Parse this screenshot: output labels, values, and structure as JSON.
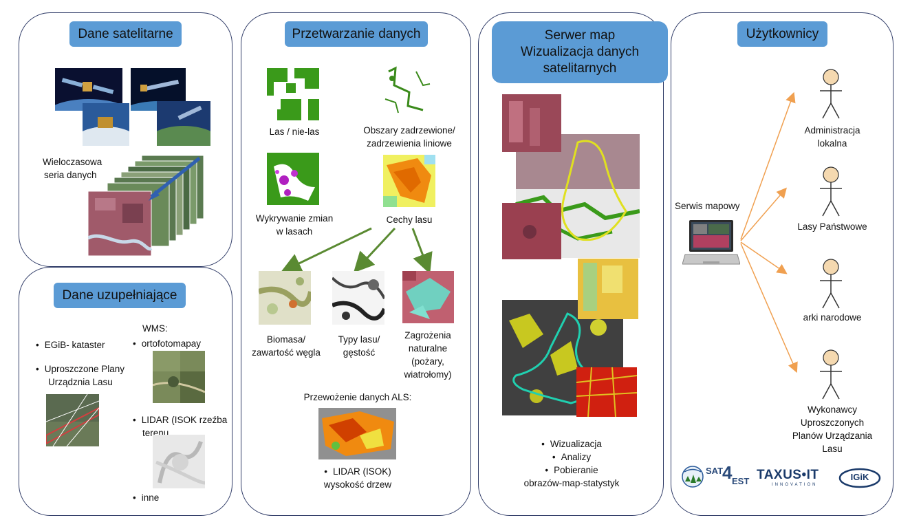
{
  "colors": {
    "header_bg": "#5b9bd5",
    "panel_border": "#2e3a66",
    "arrow_green": "#5a8a32",
    "arrow_orange": "#f0a050",
    "actor_fill": "#f5d9b0"
  },
  "satellite": {
    "title": "Dane satelitarne",
    "multitemporal_label_1": "Wieloczasowa",
    "multitemporal_label_2": "seria danych"
  },
  "supplementary": {
    "title": "Dane uzupełniające",
    "egib": "EGiB- kataster",
    "upl_1": "Uproszczone Plany",
    "upl_2": "Urządznia Lasu",
    "wms": "WMS:",
    "ortho": "ortofotomapay",
    "lidar_1": "LIDAR (ISOK rzeźba",
    "lidar_2": "terenu",
    "other": "inne"
  },
  "processing": {
    "title": "Przetwarzanie  danych",
    "forest": "Las / nie-las",
    "wooded_1": "Obszary zadrzewione/",
    "wooded_2": "zadrzewienia liniowe",
    "change_1": "Wykrywanie zmian",
    "change_2": "w lasach",
    "traits": "Cechy lasu",
    "biomass_1": "Biomasa/",
    "biomass_2": "zawartość węgla",
    "types_1": "Typy lasu/",
    "types_2": "gęstość",
    "threat_1": "Zagrożenia",
    "threat_2": "naturalne",
    "threat_3": "(pożary,",
    "threat_4": "wiatrołomy)",
    "als": "Przewożenie danych ALS:",
    "lidar_1": "LIDAR (ISOK)",
    "lidar_2": "wysokość drzew"
  },
  "server": {
    "title_1": "Serwer map",
    "title_2": "Wizualizacja danych",
    "title_3": "satelitarnych",
    "b1": "Wizualizacja",
    "b2": "Analizy",
    "b3": "Pobieranie",
    "b4": "obrazów-map-statystyk"
  },
  "users": {
    "title": "Użytkownicy",
    "service": "Serwis mapowy",
    "u1_1": "Administracja",
    "u1_2": "lokalna",
    "u2": "Lasy Państwowe",
    "u3": "arki narodowe",
    "u4_1": "Wykonawcy",
    "u4_2": "Uproszczonych",
    "u4_3": "Planów Urządzania",
    "u4_4": "Lasu",
    "logo_sat_1": "SAT",
    "logo_sat_2": "4",
    "logo_sat_3": "EST",
    "logo_taxus": "TAXUS•IT",
    "logo_taxus_sub": "INNOVATION",
    "logo_igik": "IGiK"
  }
}
